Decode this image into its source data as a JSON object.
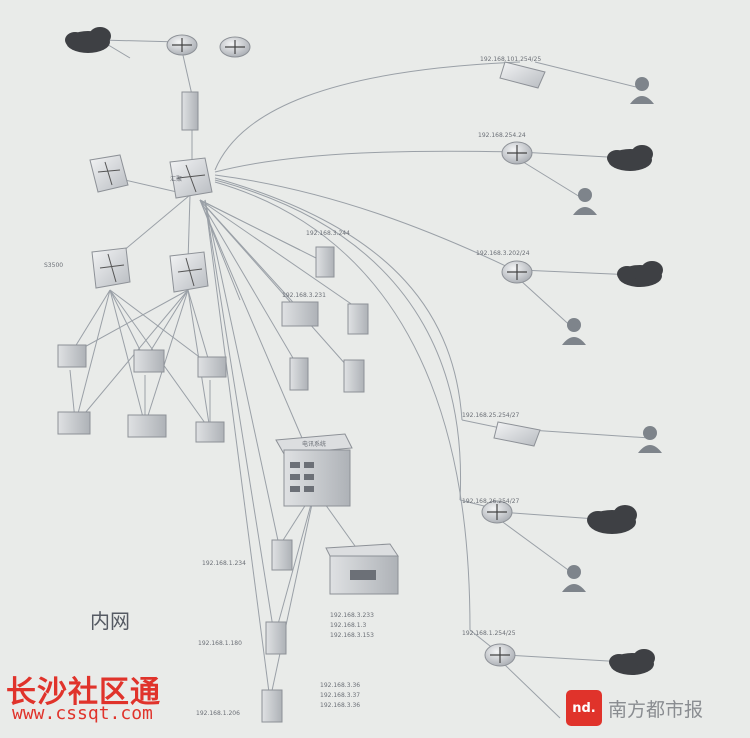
{
  "labels": {
    "internal_net": "内网",
    "core_switch": "汇聚",
    "server_top": "192.168.3.244",
    "server_top_b": "192.168.3.231",
    "left_switch": "S3500",
    "right_top_isp": "192.168.101.254/25",
    "right_isp1": "192.168.254.24",
    "right_isp2": "192.168.3.202/24",
    "right_isp3": "192.168.25.254/27",
    "right_isp4": "192.168.26.254/27",
    "right_isp5": "192.168.1.254/25",
    "disk_array": "电讯系统",
    "server_a": "192.168.1.234",
    "server_b": "192.168.1.180",
    "server_c": "192.168.1.206",
    "bottom_block_1": "192.168.3.233",
    "bottom_block_2": "192.168.1.3",
    "bottom_block_3": "192.168.3.153",
    "bottom_block_4": "192.168.3.36",
    "bottom_block_5": "192.168.3.37",
    "bottom_block_6": "192.168.3.36"
  },
  "watermarks": {
    "left_title": "长沙社区通",
    "left_url": "www.cssqt.com",
    "right_logo": "nd.",
    "right_text": "南方都市报"
  },
  "colors": {
    "line": "#9aa0a7",
    "device": "#c9ccd0",
    "router": "#b9bdc2",
    "cloud": "#3e4044",
    "person": "#7e848b",
    "accent": "#e0332b"
  }
}
